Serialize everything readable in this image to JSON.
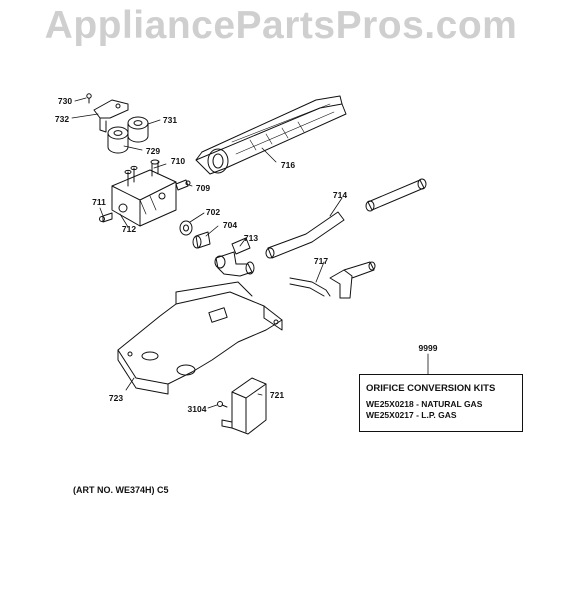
{
  "watermark": "AppliancePartsPros.com",
  "labels": {
    "p730": "730",
    "p732": "732",
    "p731": "731",
    "p729": "729",
    "p710": "710",
    "p709": "709",
    "p716": "716",
    "p711": "711",
    "p712": "712",
    "p702": "702",
    "p704": "704",
    "p713": "713",
    "p714": "714",
    "p717": "717",
    "p9999": "9999",
    "p723": "723",
    "p3104": "3104",
    "p721": "721"
  },
  "kit": {
    "title": "ORIFICE CONVERSION KITS",
    "rows": [
      {
        "part": "WE25X0218",
        "sep": " - ",
        "desc": "NATURAL GAS"
      },
      {
        "part": "WE25X0217",
        "sep": " - ",
        "desc": "L.P. GAS"
      }
    ]
  },
  "art_number": "(ART NO. WE374H) C5"
}
